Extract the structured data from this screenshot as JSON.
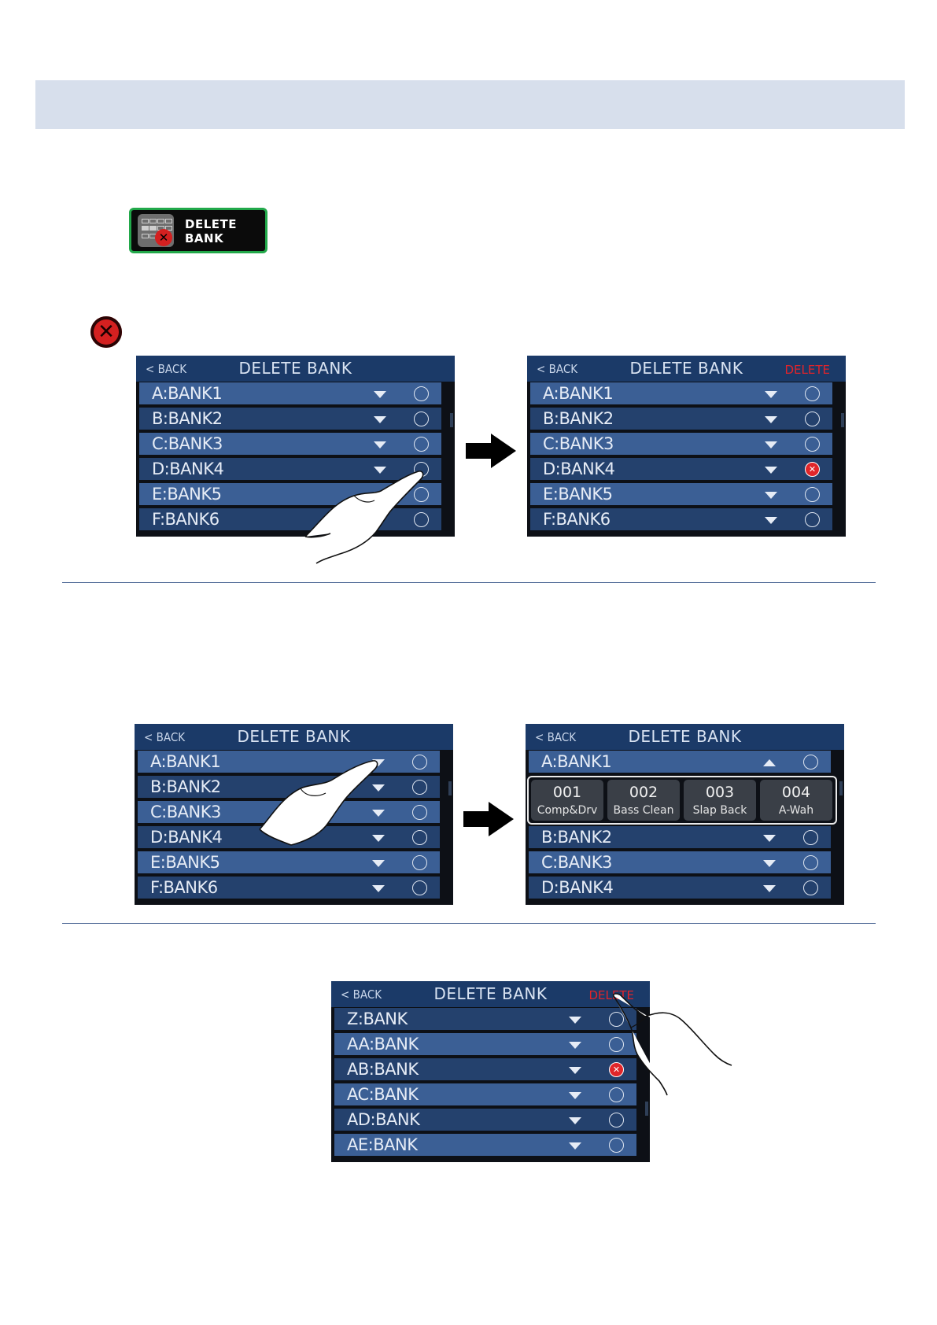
{
  "app_icon": {
    "line1": "DELETE",
    "line2": "BANK"
  },
  "screen_common": {
    "back": "< BACK",
    "title": "DELETE BANK",
    "delete": "DELETE"
  },
  "screen1": {
    "rows": [
      "A:BANK1",
      "B:BANK2",
      "C:BANK3",
      "D:BANK4",
      "E:BANK5",
      "F:BANK6"
    ]
  },
  "screen2": {
    "rows": [
      "A:BANK1",
      "B:BANK2",
      "C:BANK3",
      "D:BANK4",
      "E:BANK5",
      "F:BANK6"
    ],
    "selected": "D:BANK4"
  },
  "screen3": {
    "rows": [
      "A:BANK1",
      "B:BANK2",
      "C:BANK3",
      "D:BANK4",
      "E:BANK5",
      "F:BANK6"
    ]
  },
  "screen4": {
    "first_row": "A:BANK1",
    "patches": [
      {
        "number": "001",
        "name": "Comp&Drv"
      },
      {
        "number": "002",
        "name": "Bass Clean"
      },
      {
        "number": "003",
        "name": "Slap Back"
      },
      {
        "number": "004",
        "name": "A-Wah"
      }
    ],
    "rows": [
      "B:BANK2",
      "C:BANK3",
      "D:BANK4"
    ]
  },
  "screen5": {
    "rows": [
      "Z:BANK",
      "AA:BANK",
      "AB:BANK",
      "AC:BANK",
      "AD:BANK",
      "AE:BANK"
    ],
    "selected": "AB:BANK"
  },
  "colors": {
    "header_band": "#d7dfec",
    "accent_red": "#e1242a",
    "row_light": "#3b5f95",
    "row_dark": "#24416d",
    "icon_border": "#22a84a"
  }
}
